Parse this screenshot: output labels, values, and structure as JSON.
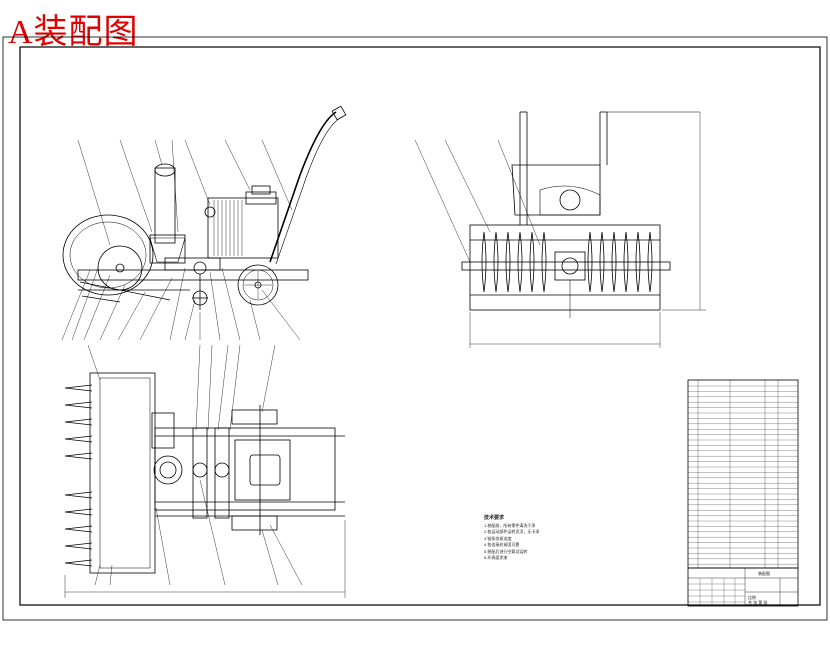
{
  "title": "A装配图",
  "colors": {
    "title": "#e00000",
    "line": "#000000",
    "frame": "#000000"
  },
  "technical_requirements": {
    "heading": "技术要求",
    "items": [
      "1.装配前，所有零件清洗干净",
      "2.各运动部件运转灵活，无卡滞",
      "3.链条张紧适度",
      "4.各连接处紧固可靠",
      "5.装配后进行空载试运转",
      "6.外表面涂漆"
    ]
  },
  "title_block": {
    "drawing_name": "装配图",
    "scale_label": "比例",
    "sheet_label": "共 张 第 张"
  }
}
